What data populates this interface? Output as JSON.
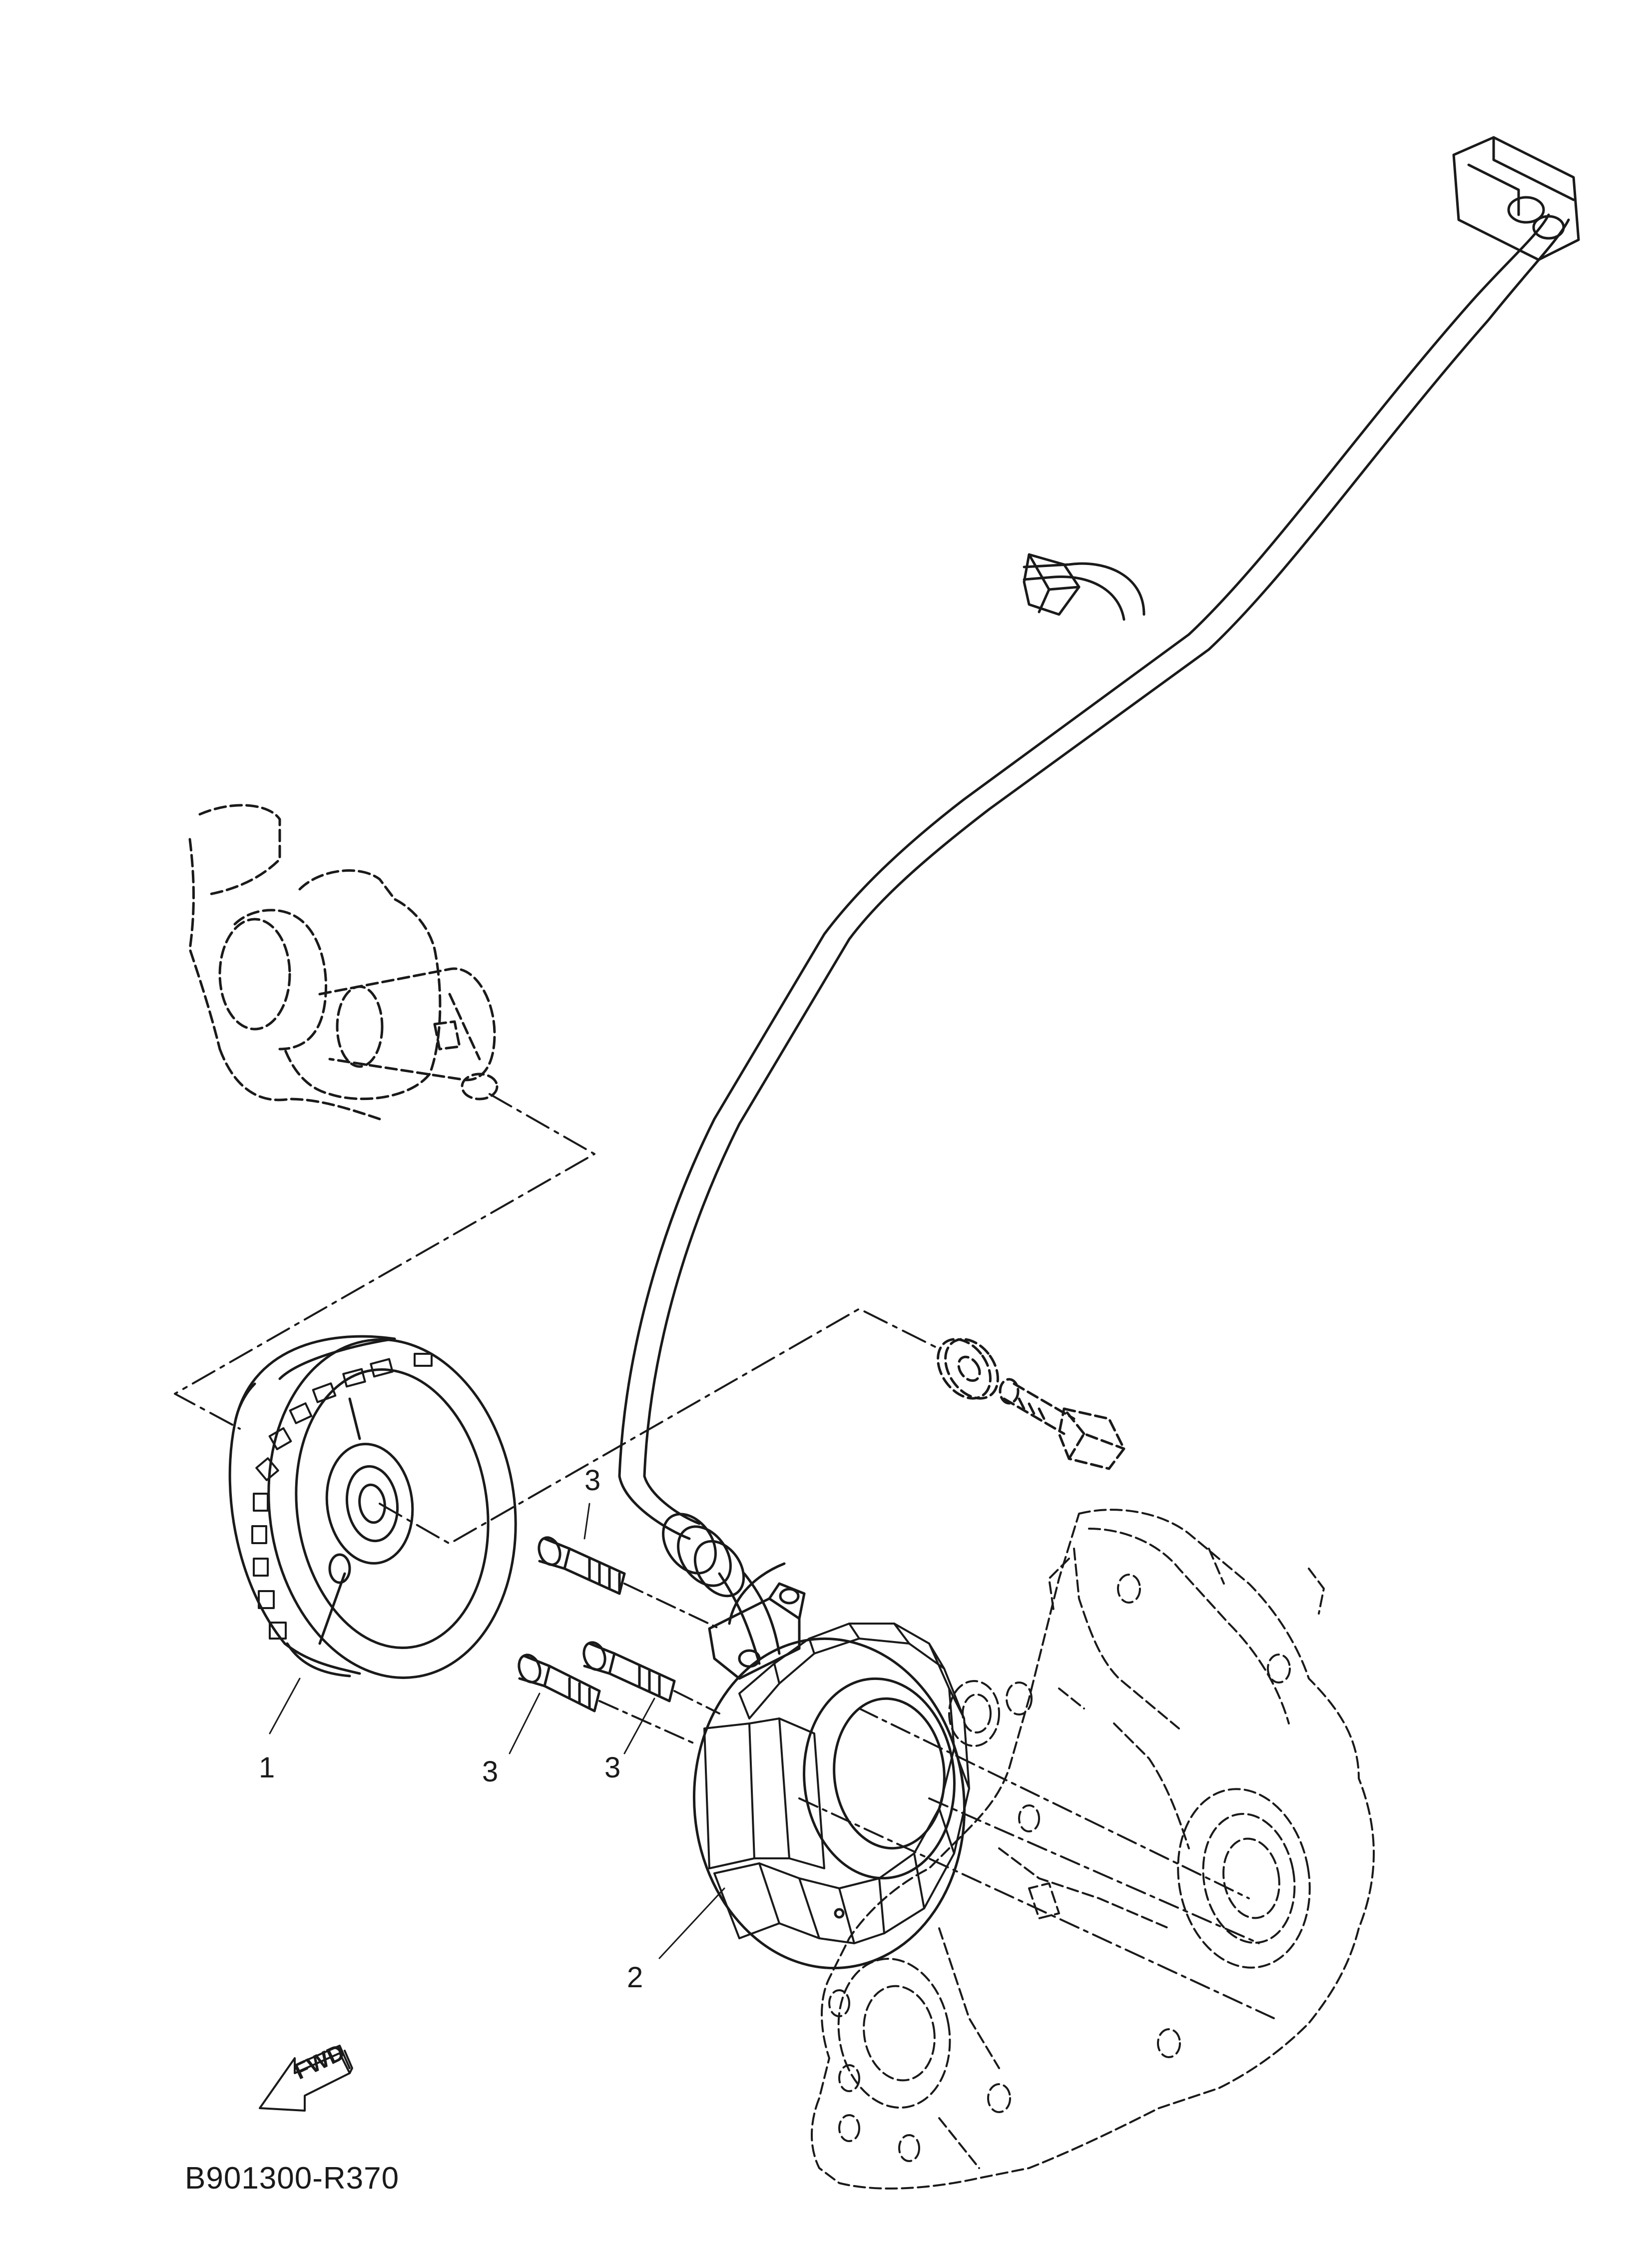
{
  "diagram": {
    "callouts": {
      "flywheel": "1",
      "stator": "2",
      "bolt_a": "3",
      "bolt_b": "3",
      "bolt_c": "3"
    },
    "fwd_label": "FWD",
    "drawing_code": "B901300-R370",
    "line_color": "#1a1a1a",
    "background": "#ffffff"
  }
}
